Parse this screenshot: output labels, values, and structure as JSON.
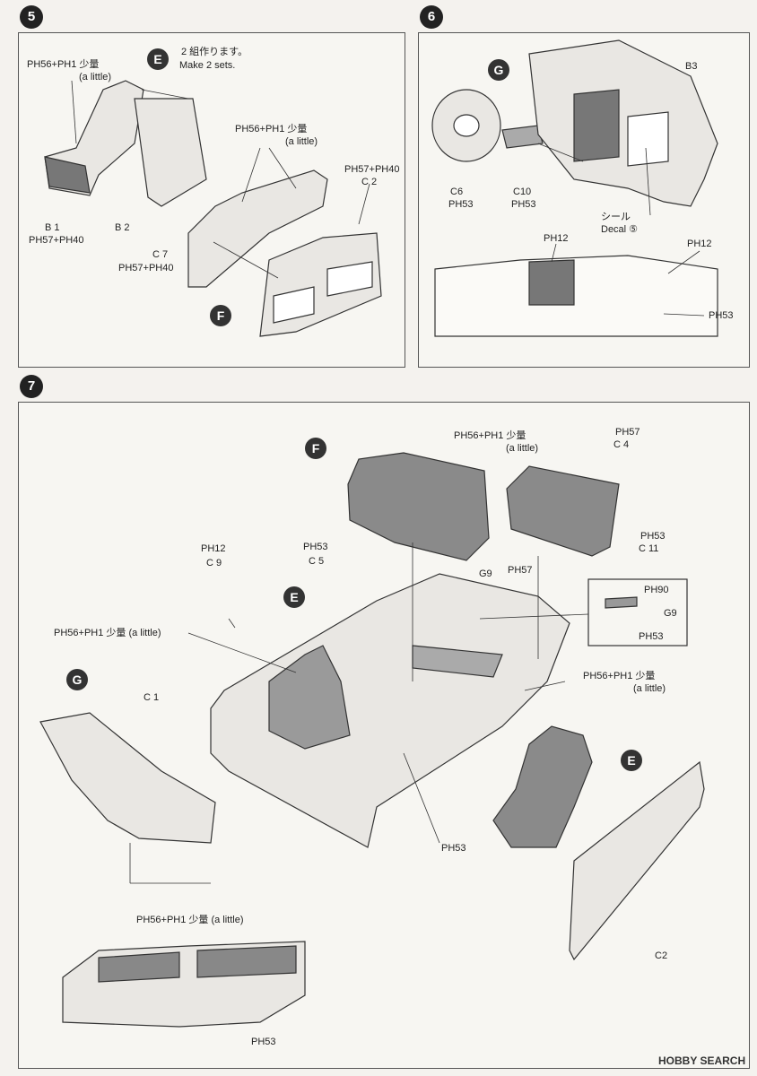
{
  "steps": {
    "s5": {
      "number": "5",
      "paint_top_left": "PH56+PH1 少量",
      "paint_top_left_en": "(a little)",
      "part_E": "E",
      "make2_jp": "2 組作ります。",
      "make2_en": "Make 2 sets.",
      "paint_mid": "PH56+PH1 少量",
      "paint_mid_en": "(a little)",
      "paint_right": "PH57+PH40",
      "c2": "C 2",
      "b1": "B 1",
      "b1_paint": "PH57+PH40",
      "b2": "B 2",
      "c7": "C 7",
      "c7_paint": "PH57+PH40",
      "part_F": "F"
    },
    "s6": {
      "number": "6",
      "part_G": "G",
      "b3": "B3",
      "c6": "C6",
      "c6_paint": "PH53",
      "c10": "C10",
      "c10_paint": "PH53",
      "seal": "シール",
      "decal": "Decal ⑤",
      "paint_center": "PH12",
      "paint_right": "PH12",
      "paint_lower_right": "PH53"
    },
    "s7": {
      "number": "7",
      "part_F": "F",
      "f_paint": "PH56+PH1 少量",
      "f_paint_en": "(a little)",
      "c4_paint": "PH57",
      "c4": "C 4",
      "c11_paint": "PH53",
      "c11": "C 11",
      "f_lower_paint": "PH57",
      "c9_paint": "PH12",
      "c9": "C 9",
      "c5_paint": "PH53",
      "c5": "C 5",
      "part_E": "E",
      "g9": "G9",
      "box_paint": "PH90",
      "box_g9": "G9",
      "box_paint2": "PH53",
      "door_paint": "PH56+PH1 少量 (a little)",
      "right_paint": "PH56+PH1 少量",
      "right_paint_en": "(a little)",
      "part_G": "G",
      "c1": "C 1",
      "part_E2": "E",
      "floor_paint": "PH53",
      "c2": "C2",
      "panel_paint": "PH56+PH1 少量 (a little)",
      "panel_lower_paint": "PH53"
    }
  },
  "watermark": "HOBBY SEARCH"
}
